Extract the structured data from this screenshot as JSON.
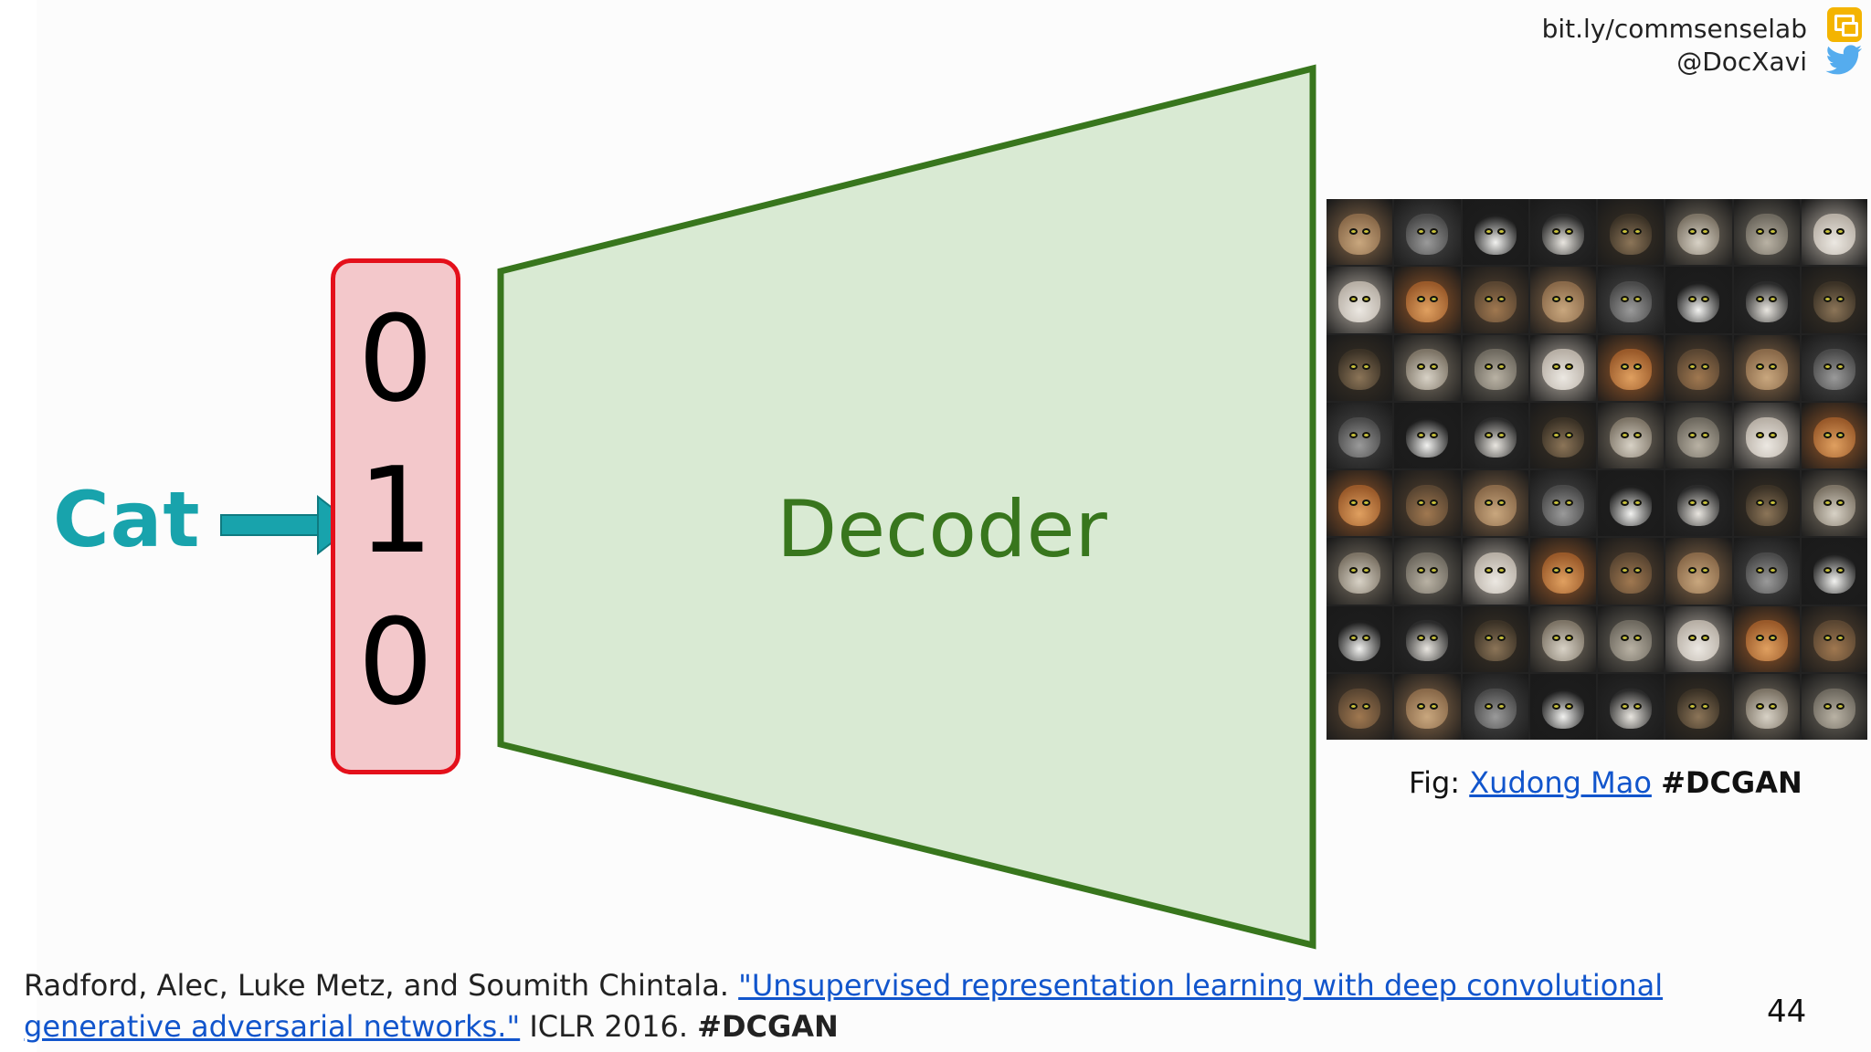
{
  "header": {
    "url_text": "bit.ly/commsenselab",
    "handle_text": "@DocXavi",
    "slides_icon": "google-slides-icon",
    "twitter_icon": "twitter-bird-icon"
  },
  "diagram": {
    "input_label": "Cat",
    "one_hot": [
      "0",
      "1",
      "0"
    ],
    "decoder_label": "Decoder",
    "colors": {
      "input_label": "#18a3ac",
      "arrow": "#18a3ac",
      "vector_fill": "#f3c8cb",
      "vector_border": "#e4101b",
      "decoder_fill": "#d9ead3",
      "decoder_stroke": "#38761d",
      "decoder_text": "#38761d"
    }
  },
  "figure": {
    "image_alt": "Grid of 64 DCGAN-generated cat faces",
    "caption_prefix": "Fig:",
    "caption_link": "Xudong Mao",
    "caption_tag": "#DCGAN"
  },
  "citation": {
    "authors": "Radford, Alec, Luke Metz, and Soumith Chintala.",
    "title_link": "\"Unsupervised representation learning with deep convolutional generative adversarial networks.\"",
    "venue": "ICLR 2016.",
    "tag": "#DCGAN"
  },
  "page_number": "44"
}
